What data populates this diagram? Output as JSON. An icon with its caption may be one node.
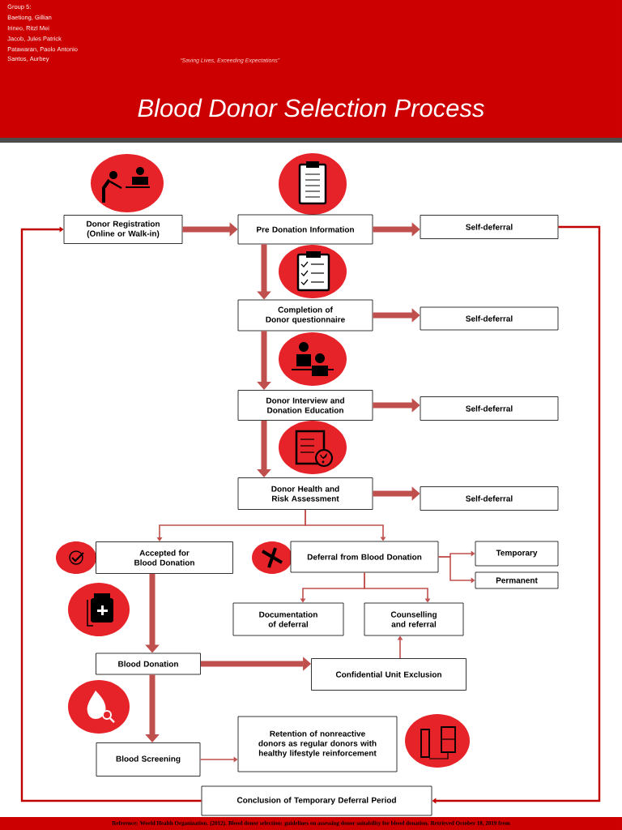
{
  "diagram": {
    "title": "Blood Donor Selection Process",
    "nodes": [
      {
        "text": [
          "Donor Registration (Online or Walk-in)"
        ]
      },
      {
        "text": [
          "Pre Donation Information"
        ]
      },
      {
        "text": [
          "Self-deferral"
        ]
      },
      {
        "text": [
          "Completion of Donor questionnaire"
        ]
      },
      {
        "text": [
          "Self-deferral"
        ]
      },
      {
        "text": [
          "Donor Interview and Donation Education"
        ]
      },
      {
        "text": [
          "Self-deferral"
        ]
      },
      {
        "text": [
          "Donor Health and Risk Assessment"
        ]
      },
      {
        "text": [
          "Self-deferral"
        ]
      },
      {
        "text": [
          "Accepted for Blood Donation"
        ]
      },
      {
        "text": [
          "Deferral from Blood Donation"
        ]
      },
      {
        "text": [
          "Temporary"
        ]
      },
      {
        "text": [
          "Permanent"
        ]
      },
      {
        "text": [
          "Documentation of deferral"
        ]
      },
      {
        "text": [
          "Counselling and referral"
        ]
      },
      {
        "text": [
          "Blood Donation"
        ]
      },
      {
        "text": [
          "Confidential Unit Exclusion"
        ]
      },
      {
        "text": [
          "Blood Screening"
        ]
      },
      {
        "text": [
          "Retention of nonreactive donors as regular donors with healthy lifestyle reinforcement"
        ]
      },
      {
        "text": [
          "Conclusion of Temporary Deferral Period"
        ]
      }
    ],
    "edges": [
      {
        "from": 0,
        "to": 1,
        "arrow": "to"
      },
      {
        "from": 1,
        "to": 2,
        "arrow": "to"
      },
      {
        "from": 1,
        "to": 3,
        "arrow": "to"
      },
      {
        "from": 3,
        "to": 4,
        "arrow": "to"
      },
      {
        "from": 3,
        "to": 5,
        "arrow": "to"
      },
      {
        "from": 5,
        "to": 6,
        "arrow": "to"
      },
      {
        "from": 5,
        "to": 7,
        "arrow": "to"
      },
      {
        "from": 7,
        "to": 8,
        "arrow": "to"
      },
      {
        "from": 7,
        "to": 9,
        "arrow": "to"
      },
      {
        "from": 7,
        "to": 10,
        "arrow": "to"
      },
      {
        "from": 10,
        "to": 11,
        "arrow": "to"
      },
      {
        "from": 10,
        "to": 12,
        "arrow": "to"
      },
      {
        "from": 10,
        "to": 13,
        "arrow": "to"
      },
      {
        "from": 10,
        "to": 14,
        "arrow": "to"
      },
      {
        "from": 9,
        "to": 15,
        "arrow": "to"
      },
      {
        "from": 15,
        "to": 16,
        "arrow": "to"
      },
      {
        "from": 16,
        "to": 14,
        "arrow": "to"
      },
      {
        "from": 15,
        "to": 17,
        "arrow": "to"
      },
      {
        "from": 17,
        "to": 18,
        "arrow": "to"
      },
      {
        "from": 2,
        "to": 19,
        "arrow": "to",
        "color": "#c00000"
      },
      {
        "from": 19,
        "to": 0,
        "arrow": "to",
        "color": "#c00000"
      }
    ],
    "labels": [
      "Group 5:",
      "Baetiong, Gillian",
      "Irineo, Ritzl Mei",
      "Jacob, Jules Patrick",
      "Patawaran, Paolo Antonio",
      "Santos, Aurbey",
      "“Saving Lives, Exceeding Expectations”",
      "Reference: World Health Organization. (2012). Blood donor selection: guidelines on assessing donor suitability for blood donation. Retrieved October 18, 2019 from"
    ]
  }
}
